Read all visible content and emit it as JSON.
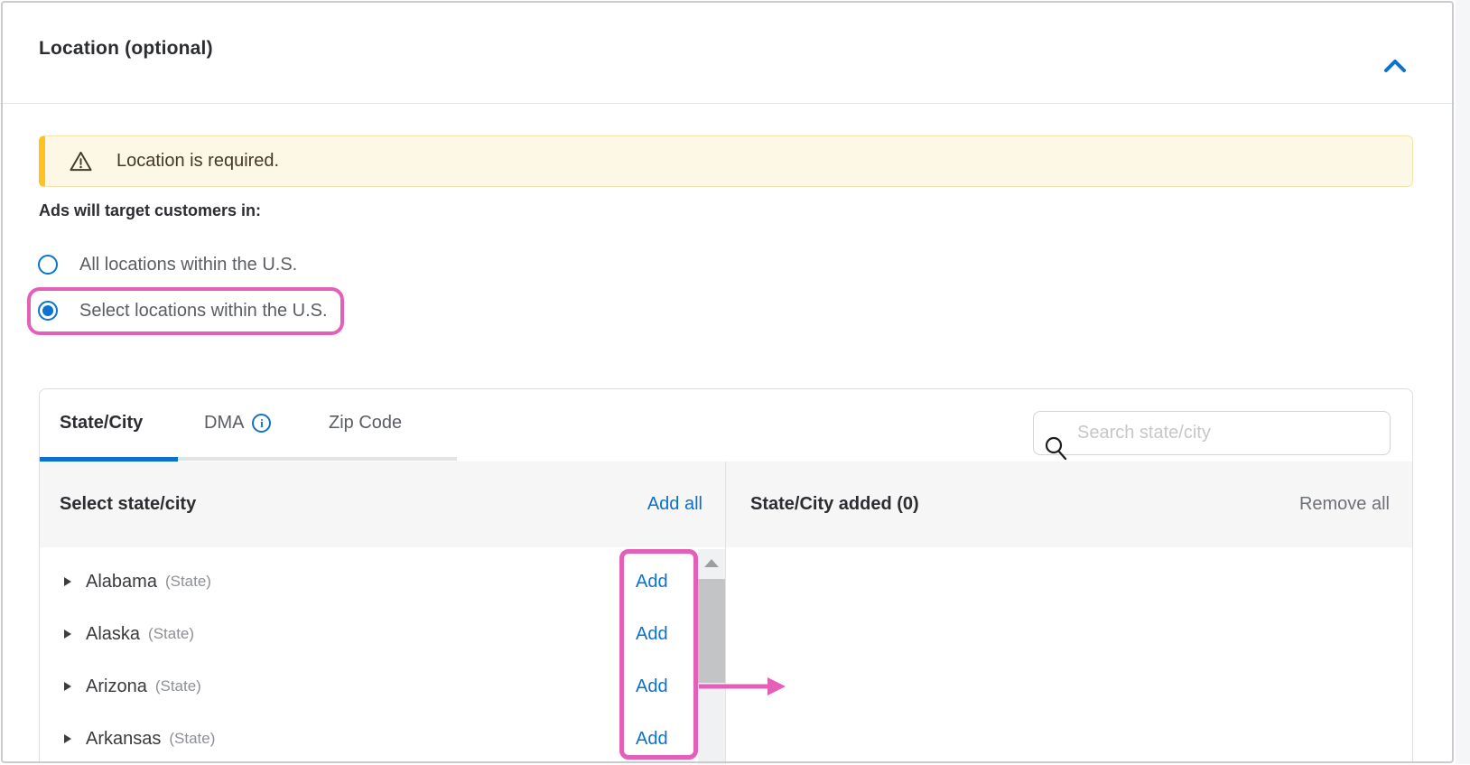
{
  "header": {
    "title": "Location (optional)",
    "collapse_icon": "chevron-up"
  },
  "alert": {
    "icon": "warning-triangle",
    "text": "Location is required."
  },
  "targeting": {
    "label": "Ads will target customers in:",
    "options": [
      {
        "label": "All locations within the U.S.",
        "selected": false
      },
      {
        "label": "Select locations within the U.S.",
        "selected": true,
        "annotated": true
      }
    ]
  },
  "panel": {
    "tabs": [
      {
        "label": "State/City",
        "active": true
      },
      {
        "label": "DMA",
        "info_icon": "info-circle",
        "info_glyph": "i",
        "active": false
      },
      {
        "label": "Zip Code",
        "active": false
      }
    ],
    "search": {
      "placeholder": "Search state/city",
      "value": "",
      "icon": "magnifier"
    },
    "left_column": {
      "header": "Select state/city",
      "action": "Add all",
      "items": [
        {
          "name": "Alabama",
          "type": "(State)",
          "action": "Add"
        },
        {
          "name": "Alaska",
          "type": "(State)",
          "action": "Add"
        },
        {
          "name": "Arizona",
          "type": "(State)",
          "action": "Add"
        },
        {
          "name": "Arkansas",
          "type": "(State)",
          "action": "Add"
        }
      ],
      "row_expander_icon": "caret-right",
      "scrollbar_icon": "caret-up"
    },
    "right_column": {
      "header": "State/City added (0)",
      "action": "Remove all",
      "added_count": 0
    }
  },
  "annotations": {
    "highlight_color": "#e45fb7",
    "arrow": "points from Add column to added list"
  },
  "colors": {
    "accent_blue": "#0a71ce",
    "annotation_pink": "#e45fb7",
    "alert_bg": "#fdf7e6",
    "alert_accent": "#ffc21e",
    "band_bg": "#f6f6f7"
  }
}
